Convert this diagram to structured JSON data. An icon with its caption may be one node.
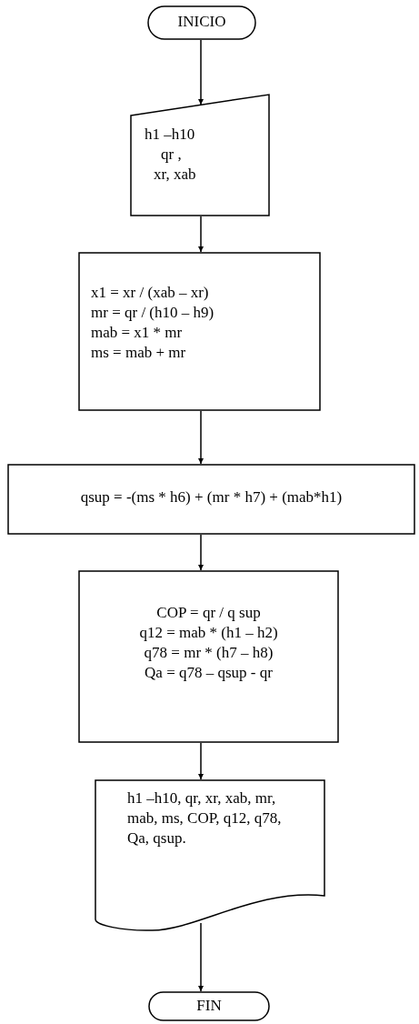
{
  "diagram": {
    "nodes": [
      {
        "text": [
          "INICIO"
        ]
      },
      {
        "text": [
          "h1 –h10",
          "qr ,",
          "xr, xab"
        ]
      },
      {
        "text": [
          "x1 = xr / (xab – xr)",
          "mr = qr / (h10 – h9)",
          "mab = x1 * mr",
          "ms = mab + mr"
        ]
      },
      {
        "text": [
          "qsup = -(ms * h6) + (mr * h7) + (mab*h1)"
        ]
      },
      {
        "text": [
          "COP = qr  / q sup",
          "q12 = mab * (h1 – h2)",
          "q78 = mr * (h7 – h8)",
          "Qa = q78 – qsup - qr"
        ]
      },
      {
        "text": [
          "h1 –h10, qr, xr, xab, mr, mab, ms, COP, q12, q78, Qa, qsup."
        ]
      },
      {
        "text": [
          "FIN"
        ]
      }
    ],
    "edges": [
      {
        "from": 0,
        "to": 1,
        "arrow": "to"
      },
      {
        "from": 1,
        "to": 2,
        "arrow": "to"
      },
      {
        "from": 2,
        "to": 3,
        "arrow": "to"
      },
      {
        "from": 3,
        "to": 4,
        "arrow": "to"
      },
      {
        "from": 4,
        "to": 5,
        "arrow": "to"
      },
      {
        "from": 5,
        "to": 6,
        "arrow": "to"
      }
    ]
  }
}
